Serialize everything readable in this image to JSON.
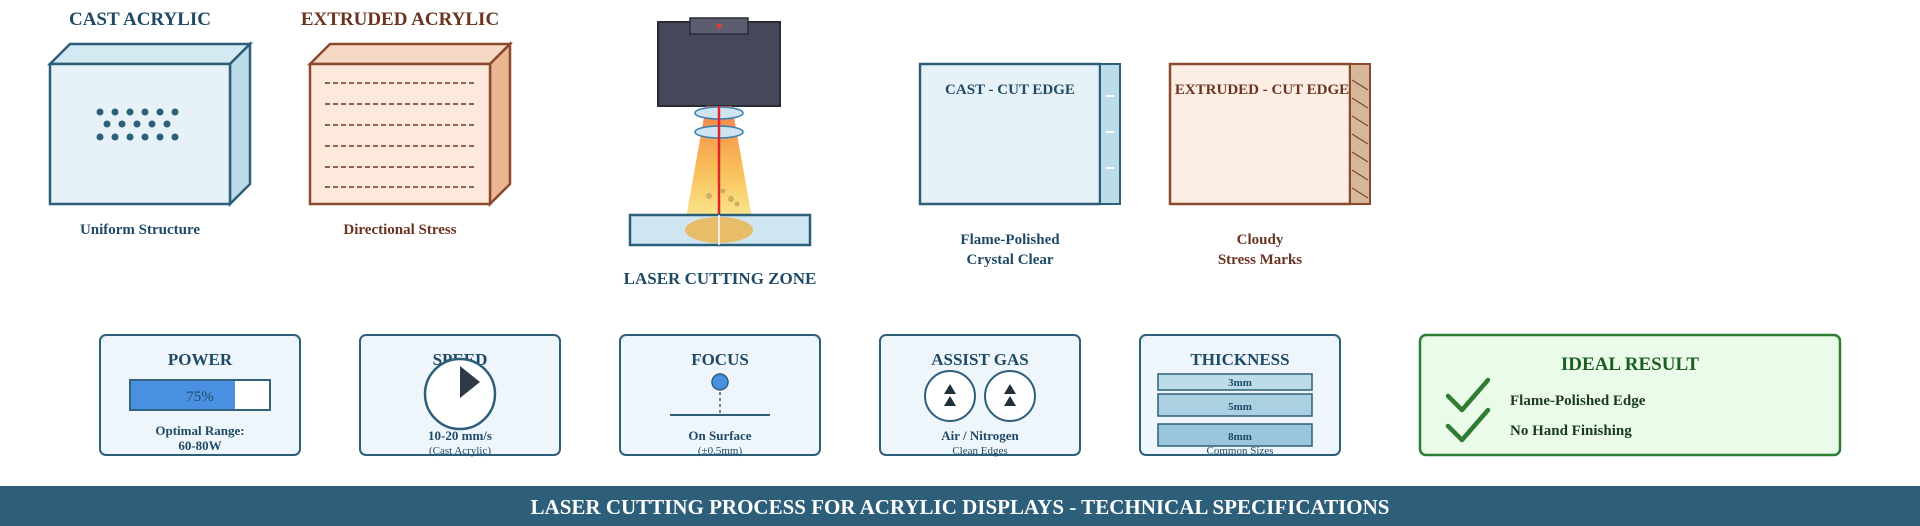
{
  "materials": {
    "cast": {
      "title": "CAST ACRYLIC",
      "caption": "Uniform Structure"
    },
    "extruded": {
      "title": "EXTRUDED ACRYLIC",
      "caption": "Directional Stress"
    }
  },
  "laser": {
    "label": "LASER CUTTING ZONE"
  },
  "edges": {
    "cast": {
      "title": "CAST - CUT EDGE",
      "caption_line1": "Flame-Polished",
      "caption_line2": "Crystal Clear"
    },
    "extruded": {
      "title": "EXTRUDED - CUT EDGE",
      "caption_line1": "Cloudy",
      "caption_line2": "Stress Marks"
    }
  },
  "params": {
    "power": {
      "title": "POWER",
      "value_label": "75%",
      "level": 0.75,
      "line1": "Optimal Range:",
      "line2": "60-80W"
    },
    "speed": {
      "title": "SPEED",
      "line1": "10-20 mm/s",
      "line2": "(Cast Acrylic)"
    },
    "focus": {
      "title": "FOCUS",
      "line1": "On Surface",
      "line2": "(±0.5mm)"
    },
    "gas": {
      "title": "ASSIST GAS",
      "line1": "Air / Nitrogen",
      "line2": "Clean Edges"
    },
    "thickness": {
      "title": "THICKNESS",
      "sizes": [
        "3mm",
        "5mm",
        "8mm"
      ],
      "line1": "Common Sizes"
    }
  },
  "result": {
    "title": "IDEAL RESULT",
    "items": [
      "Flame-Polished Edge",
      "No Hand Finishing"
    ]
  },
  "footer": {
    "title": "LASER CUTTING PROCESS FOR ACRYLIC DISPLAYS - TECHNICAL SPECIFICATIONS"
  },
  "colors": {
    "cast_blue": "#2e5f7a",
    "extruded_brown": "#8a4a2e",
    "result_green": "#2e7d32",
    "footer_bg": "#2d5f7a",
    "power_fill": "#4a90e2"
  }
}
